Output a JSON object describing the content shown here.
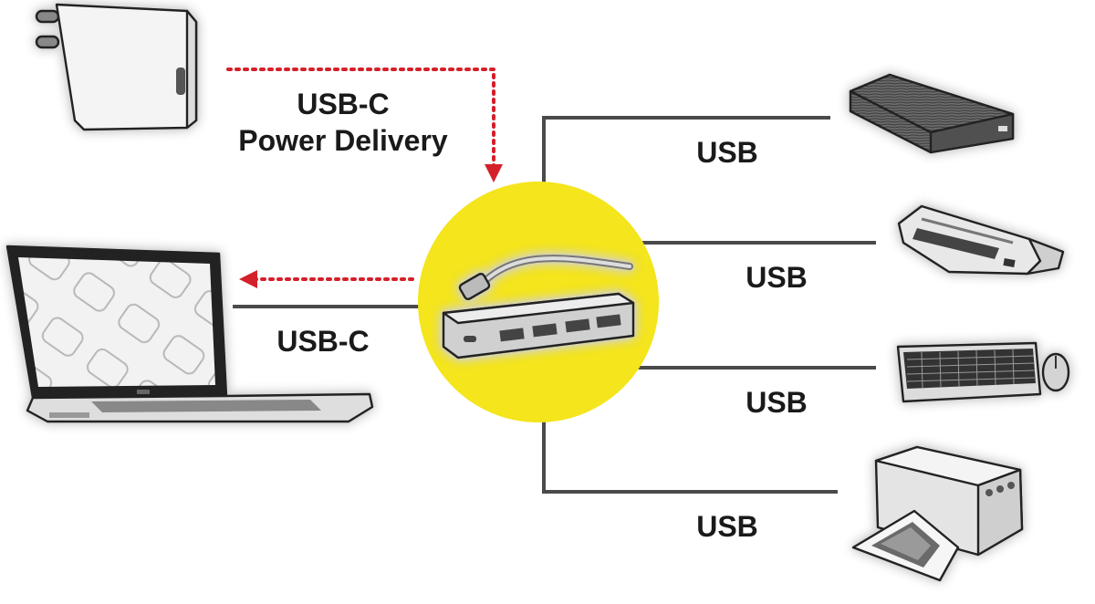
{
  "colors": {
    "accent_yellow": "#f4e51c",
    "power_arrow_red": "#d4202a",
    "connector_line": "#4a4a4a",
    "background": "#ffffff"
  },
  "labels": {
    "power_delivery_line1": "USB-C",
    "power_delivery_line2": "Power Delivery",
    "laptop_connection": "USB-C",
    "usb_drive": "USB",
    "usb_card_reader": "USB",
    "usb_keyboard": "USB",
    "usb_printer": "USB"
  },
  "icons": {
    "power_adapter": "usb-c-charger-icon",
    "laptop": "laptop-icon",
    "hub": "usb-c-hub-icon",
    "hard_drive": "external-hard-drive-icon",
    "card_reader": "card-reader-icon",
    "keyboard": "keyboard-mouse-icon",
    "printer": "printer-icon"
  },
  "legend": {
    "power_arrow_style": "dotted red arrow",
    "data_line_style": "solid gray line"
  }
}
